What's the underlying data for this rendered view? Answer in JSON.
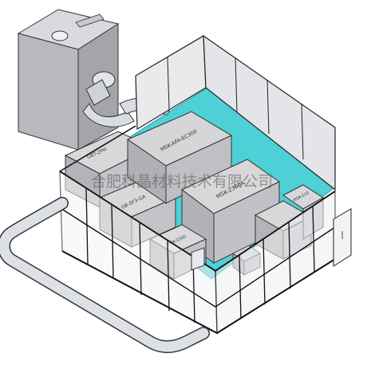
{
  "watermark": "合肥科晶材料技术有限公司",
  "equipment": {
    "glovebox_top_left": "GBT-2PH",
    "glovebox_left_lower": "GB-5F3-GA",
    "main_box_center_top": "MSK-AFA-EC300",
    "main_box_center": "MSK-2300A",
    "small_box_front": "MSK-220D",
    "right_box": "MSK-110"
  },
  "colors": {
    "accent_floor": "#2ec8cf",
    "frame": "#1a1a1a",
    "equipment_top": "#d8d8da",
    "equipment_side": "#b4b4b8",
    "duct": "#d9dde2"
  }
}
